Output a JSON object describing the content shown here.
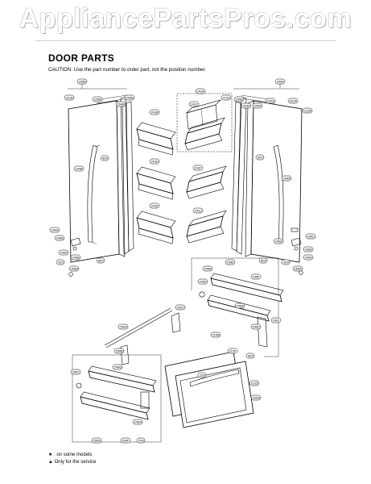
{
  "watermark": "AppliancePartsPros.com",
  "title": "DOOR PARTS",
  "caution": "CAUTION: Use the part number to order part, not the position number.",
  "notes": {
    "line1": "★ : on some models",
    "line2": "▲ Only for the service"
  },
  "labels": {
    "l200B": "200B",
    "l201B": "201B",
    "l203B": "203B",
    "l204B": "204B",
    "l205B": "205B",
    "l241A": "241A",
    "l241C": "241C",
    "l241B": "241B",
    "l241D": "241D",
    "l241E": "241E",
    "l241F": "241F",
    "l200A": "200A",
    "l201A": "201A",
    "l202A": "202A",
    "l203A": "203A",
    "l204A": "204A",
    "l212D": "212D",
    "l244A": "244A",
    "l244B": "244B",
    "l600": "600",
    "l800": "800",
    "l240A": "240A",
    "l240C": "240C",
    "l240D": "240D",
    "l240B": "240B",
    "l243A": "243A",
    "l243B": "243B",
    "l320": "320",
    "l260A": "260A",
    "l260B": "260B",
    "l249": "249",
    "l249A": "249A",
    "l249B": "249B",
    "l249C": "249C",
    "l249D": "249D",
    "l249E": "249E",
    "l249F": "249F",
    "l249G": "249G",
    "l249H": "249H",
    "l249J": "249J",
    "l250A": "250A",
    "l250B": "250B",
    "l250C": "250C",
    "l250D": "250D",
    "l210B": "210B",
    "l200D": "200D",
    "l200F": "200F",
    "l200G": "200G",
    "l200C": "200C",
    "l212B": "212B",
    "l212C": "212C",
    "l230": "230",
    "l221F": "221F"
  }
}
